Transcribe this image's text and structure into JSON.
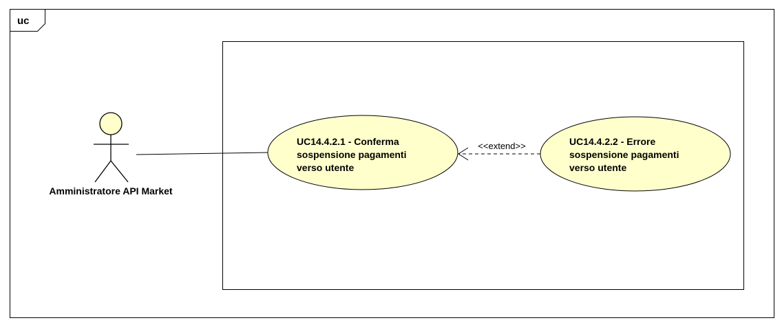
{
  "frame": {
    "label": "uc"
  },
  "actor": {
    "name": "Amministratore API Market"
  },
  "use_cases": [
    {
      "lines": [
        "UC14.4.2.1 - Conferma",
        "sospensione pagamenti",
        "verso utente"
      ]
    },
    {
      "lines": [
        "UC14.4.2.2 - Errore",
        "sospensione pagamenti",
        "verso utente"
      ]
    }
  ],
  "relationships": {
    "extend_label": "<<extend>>"
  },
  "colors": {
    "use_case_fill": "#FFFFCC",
    "actor_head_fill": "#FFFFCC",
    "stroke": "#000000"
  }
}
